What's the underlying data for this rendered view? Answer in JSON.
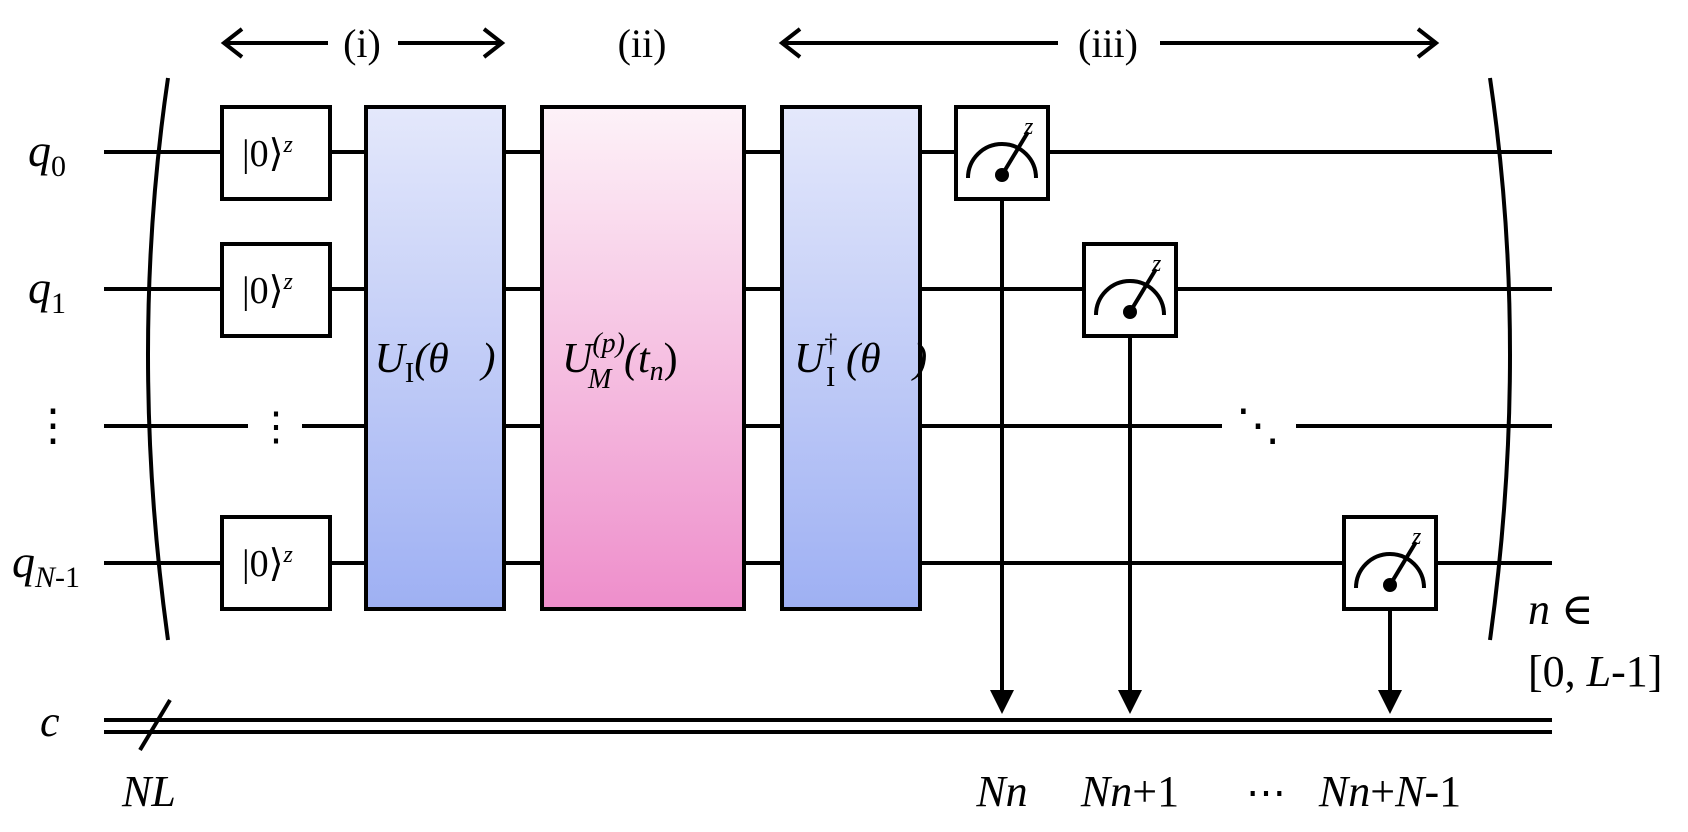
{
  "phases": {
    "i": "(i)",
    "ii": "(ii)",
    "iii": "(iii)"
  },
  "wires": {
    "q0": {
      "main": "q",
      "sub": "0"
    },
    "q1": {
      "main": "q",
      "sub": "1"
    },
    "qdots": "⋮",
    "qN": {
      "main": "q",
      "sub": "N",
      "sub_rest": "-1"
    },
    "c": "c"
  },
  "init_gate": {
    "ket": "|0⟩",
    "basis": "z"
  },
  "wire_dots": "⋮",
  "diag_dots": "⋱",
  "gates": {
    "ui": {
      "U": "U",
      "sub": "I",
      "arg": "(θ⃗)"
    },
    "um": {
      "U": "U",
      "sup": "(p)",
      "sub": "M",
      "arg_open": "(t",
      "arg_sub": "n",
      "arg_close": ")"
    },
    "uid": {
      "U": "U",
      "sup": "†",
      "sub": "I",
      "arg": "(θ⃗)"
    }
  },
  "measure_basis": "z",
  "register": {
    "size_label": "NL",
    "bit_labels": {
      "b0": "Nn",
      "b1_a": "Nn",
      "b1_b": "+1",
      "dots": "⋯",
      "bN_a": "Nn",
      "bN_b": "+",
      "bN_c": "N",
      "bN_d": "-1"
    }
  },
  "loop": {
    "line1_a": "n",
    "line1_b": " ∈",
    "line2_a": "[0, ",
    "line2_b": "L",
    "line2_c": "-1]"
  },
  "colors": {
    "ui_top": "#e4e8fb",
    "ui_bottom": "#9eb0f3",
    "um_top": "#fdf2f8",
    "um_bottom": "#ee8ecb",
    "line": "#000000"
  }
}
